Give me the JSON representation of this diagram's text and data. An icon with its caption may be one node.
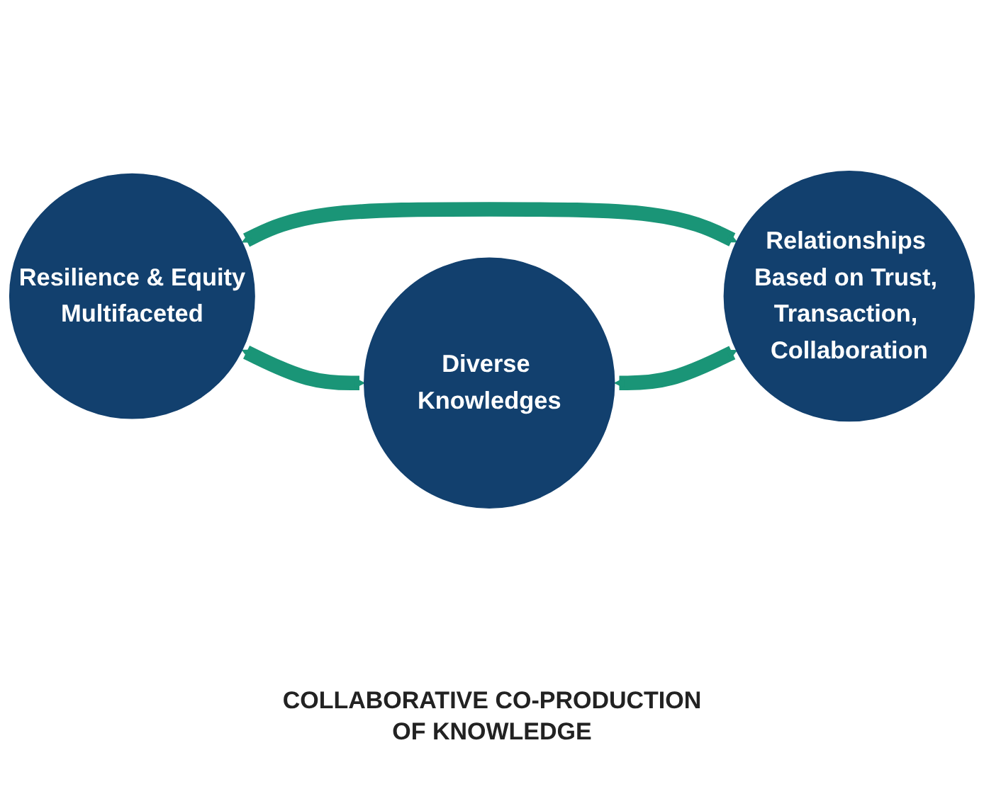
{
  "diagram": {
    "nodes": [
      {
        "text": [
          "Resilience & Equity",
          "Multifaceted"
        ]
      },
      {
        "text": [
          "Diverse Knowledges"
        ]
      },
      {
        "text": [
          "Relationships Based on Trust, Transaction, Collaboration"
        ]
      }
    ],
    "edges": [
      {
        "from": 0,
        "to": 1,
        "arrow": "both"
      },
      {
        "from": 0,
        "to": 2,
        "arrow": "both"
      },
      {
        "from": 1,
        "to": 2,
        "arrow": "both"
      }
    ],
    "labels": [
      "COLLABORATIVE CO-PRODUCTION OF KNOWLEDGE"
    ]
  }
}
